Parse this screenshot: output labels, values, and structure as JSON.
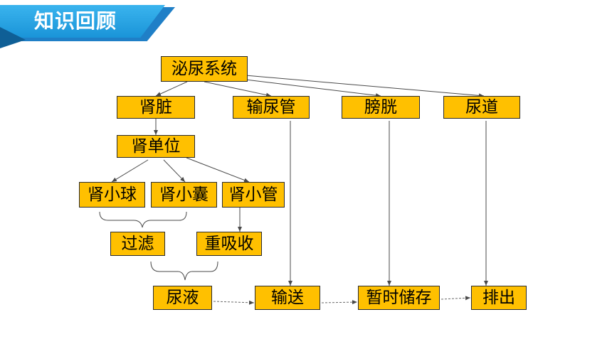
{
  "header": {
    "title": "知识回顾"
  },
  "diagram": {
    "nodes": {
      "urinary_system": "泌尿系统",
      "kidney": "肾脏",
      "ureter": "输尿管",
      "bladder": "膀胱",
      "urethra": "尿道",
      "nephron": "肾单位",
      "glomerulus": "肾小球",
      "renal_capsule": "肾小囊",
      "renal_tubule": "肾小管",
      "filtration": "过滤",
      "reabsorption": "重吸收",
      "urine": "尿液",
      "transport": "输送",
      "temporary_storage": "暂时储存",
      "excretion": "排出"
    },
    "colors": {
      "node_fill": "#ffc000",
      "banner": "#1f9bdd",
      "line": "#4a4a4a"
    }
  }
}
